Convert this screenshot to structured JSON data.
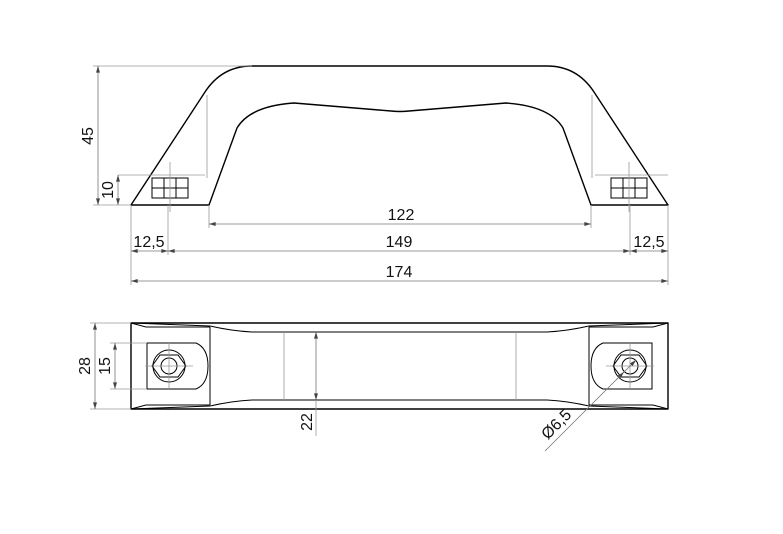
{
  "dimensions": {
    "total_width": "174",
    "span": "149",
    "inner_width": "122",
    "end_left": "12,5",
    "end_right": "12,5",
    "height": "45",
    "base_height": "10",
    "depth": "28",
    "slot_depth": "15",
    "grip_depth": "22",
    "hole_diameter": "Ø6,5"
  },
  "colors": {
    "line": "#000000",
    "dimension": "#9a9a9a"
  }
}
